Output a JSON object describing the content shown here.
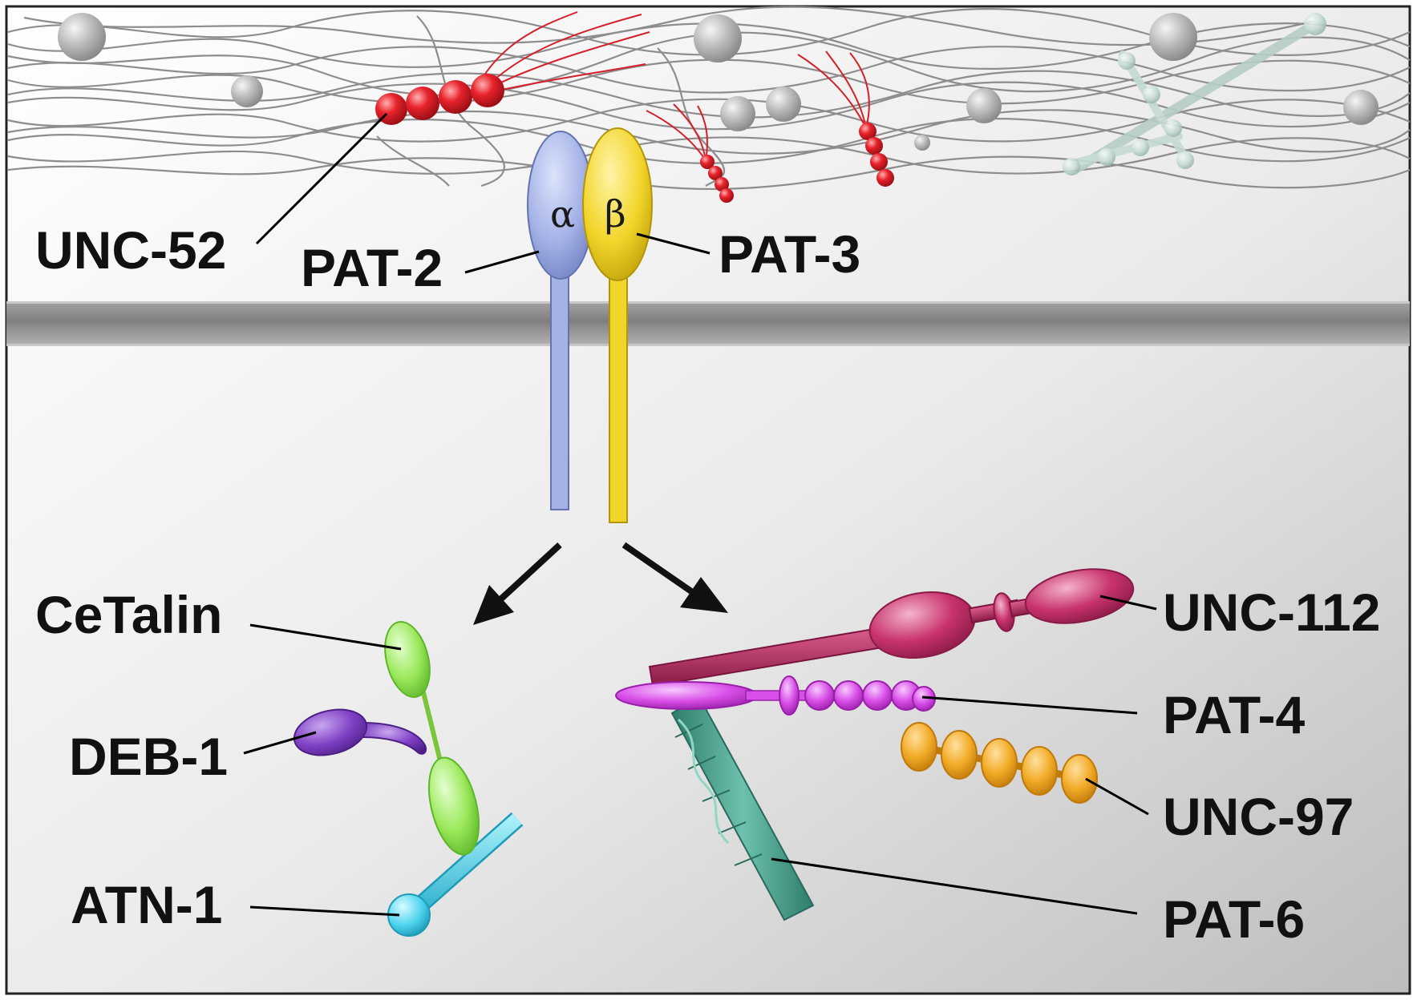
{
  "labels": {
    "unc52": "UNC-52",
    "pat2": "PAT-2",
    "pat3": "PAT-3",
    "cetalin": "CeTalin",
    "deb1": "DEB-1",
    "atn1": "ATN-1",
    "unc112": "UNC-112",
    "pat4": "PAT-4",
    "unc97": "UNC-97",
    "pat6": "PAT-6"
  },
  "integrin": {
    "alpha_symbol": "α",
    "beta_symbol": "β"
  },
  "colors": {
    "unc52": "#e0202a",
    "pat2": "#a4b2e6",
    "pat3": "#f2d52a",
    "cetalin": "#9ae85a",
    "deb1": "#7d3fc4",
    "atn1": "#4fd4ee",
    "unc112": "#c8336e",
    "pat4": "#d84ee8",
    "unc97": "#f2ac28",
    "pat6": "#4aa894",
    "membrane": "#8f8f8f",
    "matrix_fibers": "#8d8d8d"
  }
}
